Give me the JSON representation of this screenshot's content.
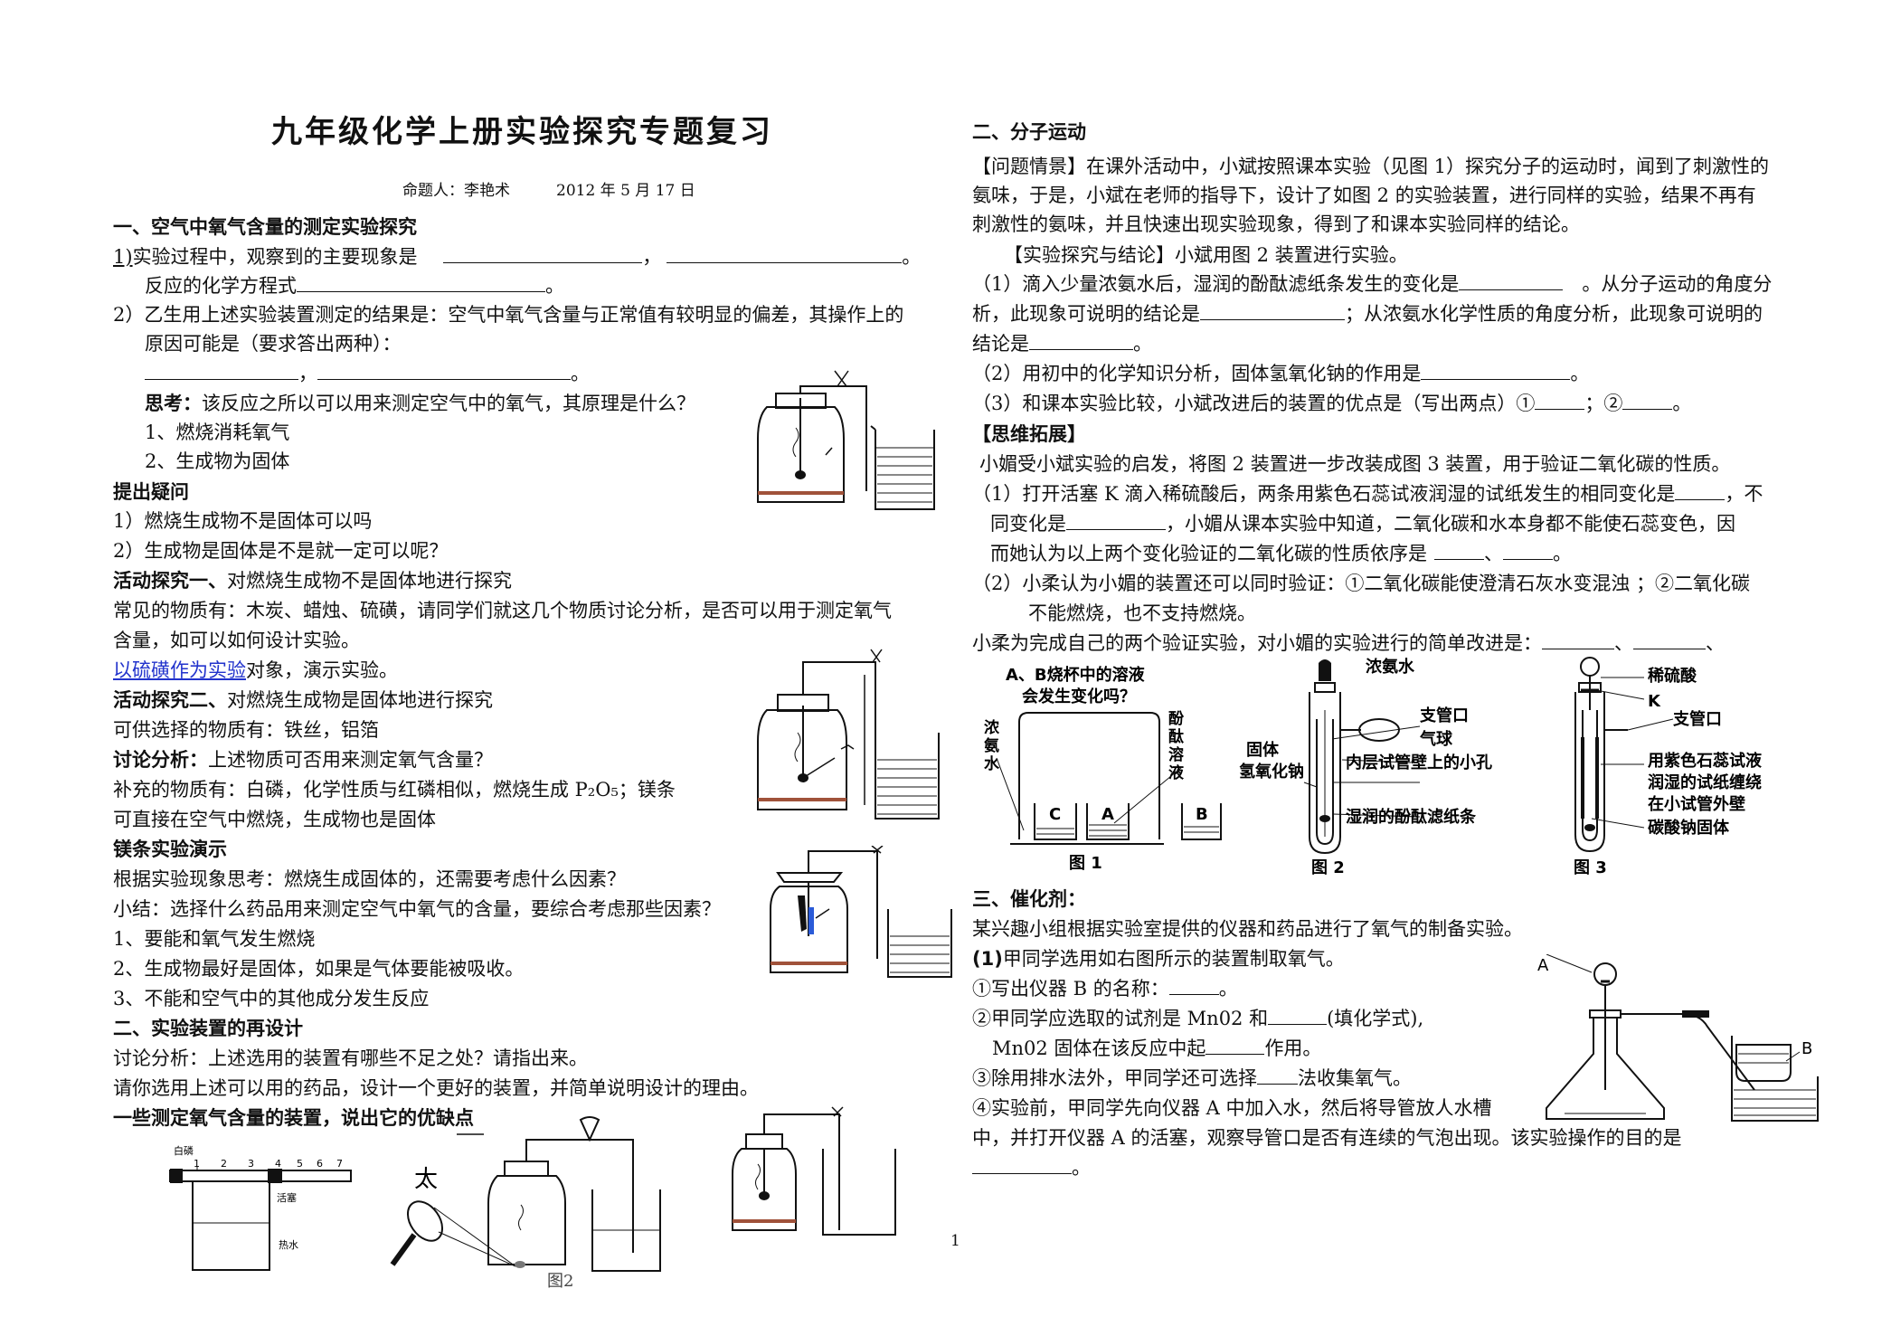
{
  "doc": {
    "title": "九年级化学上册实验探究专题复习",
    "subtitle": "命题人：李艳术　　　2012 年 5 月 17 日",
    "page_number": "1"
  },
  "left": {
    "s1_heading": "一、空气中氧气含量的测定实验探究",
    "q1a_num": "1)",
    "q1a": "实验过程中，观察到的主要现象是",
    "q1b": "反应的化学方程式",
    "q2a": "2）乙生用上述实验装置测定的结果是：空气中氧气含量与正常值有较明显的偏差，其操作上的",
    "q2b": "原因可能是（要求答出两种）：",
    "think_label": "思考：",
    "think": "该反应之所以可以用来测定空气中的氧气，其原理是什么？",
    "t1": "1、燃烧消耗氧气",
    "t2": "2、生成物为固体",
    "doubt_heading": "提出疑问",
    "d1": "1）燃烧生成物不是固体可以吗",
    "d2": "2）生成物是固体是不是就一定可以呢？",
    "a1_label": "活动探究一、",
    "a1": "对燃烧生成物不是固体地进行探究",
    "a1_p1": "常见的物质有：木炭、蜡烛、硫磺，请同学们就这几个物质讨论分析，是否可以用于测定氧气",
    "a1_p2": "含量，如可以如何设计实验。",
    "a1_link": "以硫磺作为实验",
    "a1_p3": "对象，演示实验。",
    "a2_label": "活动探究二、",
    "a2": "对燃烧生成物是固体地进行探究",
    "a2_p1": "可供选择的物质有：铁丝，铝箔",
    "disc_label": "讨论分析：",
    "disc": "上述物质可否用来测定氧气含量？",
    "supp": "补充的物质有：白磷，化学性质与红磷相似，燃烧生成 P₂O₅；镁条",
    "supp2": "可直接在空气中燃烧，生成物也是固体",
    "mg_heading": "镁条实验演示",
    "mg1": "根据实验现象思考：燃烧生成固体的，还需要考虑什么因素？",
    "mg2": "小结：选择什么药品用来测定空气中氧气的含量，要综合考虑那些因素？",
    "mg3": "1、要能和氧气发生燃烧",
    "mg4": "2、生成物最好是固体，如果是气体要能被吸收。",
    "mg5": "3、不能和空气中的其他成分发生反应",
    "s2_heading": "二、实验装置的再设计",
    "s2_p1": "讨论分析：上述选用的装置有哪些不足之处？请指出来。",
    "s2_p2": "请你选用上述可以用的药品，设计一个更好的装置，并简单说明设计的理由。",
    "s3_heading": "一些测定氧气含量的装置，说出它的优缺点",
    "fig_bp": "白磷",
    "fig_nums": [
      "1",
      "2",
      "3",
      "4",
      "5",
      "6",
      "7"
    ],
    "fig_hs": "活塞",
    "fig_rs": "热水",
    "fig_tai": "太",
    "fig2": "图2"
  },
  "right": {
    "s2_heading": "二、分子运动",
    "bg1": "【问题情景】在课外活动中，小斌按照课本实验（见图 1）探究分子的运动时，闻到了刺激性的",
    "bg2": "氨味，于是，小斌在老师的指导下，设计了如图 2 的实验装置，进行同样的实验，结果不再有",
    "bg3": "刺激性的氨味，并且快速出现实验现象，得到了和课本实验同样的结论。",
    "ex0": "【实验探究与结论】小斌用图 2 装置进行实验。",
    "ex1a": "（1）滴入少量浓氨水后，湿润的酚酞滤纸条发生的变化是",
    "ex1b": "。从分子运动的角度分",
    "ex1c": "析，此现象可说明的结论是",
    "ex1d": "；从浓氨水化学性质的角度分析，此现象可说明的",
    "ex1e": "结论是",
    "ex2a": "（2）用初中的化学知识分析，固体氢氧化钠的作用是",
    "ex3a": "（3）和课本实验比较，小斌改进后的装置的优点是（写出两点）①",
    "ex3b": "；②",
    "ext_heading": "【思维拓展】",
    "ext0": "小媚受小斌实验的启发，将图 2 装置进一步改装成图 3 装置，用于验证二氧化碳的性质。",
    "ext1a": "（1）打开活塞 K 滴入稀硫酸后，两条用紫色石蕊试液润湿的试纸发生的相同变化是",
    "ext1b": "，不",
    "ext1c": "同变化是",
    "ext1d": "，小媚从课本实验中知道，二氧化碳和水本身都不能使石蕊变色，因",
    "ext1e": "而她认为以上两个变化验证的二氧化碳的性质依序是",
    "ext2a": "（2）小柔认为小媚的装置还可以同时验证：①二氧化碳能使澄清石灰水变混浊 ；②二氧化碳",
    "ext2b": "不能燃烧，也不支持燃烧。",
    "ext3": "小柔为完成自己的两个验证实验，对小媚的实验进行的简单改进是：",
    "fig1_q1": "A、B烧杯中的溶液",
    "fig1_q2": "会发生变化吗？",
    "fig1_left": [
      "浓",
      "氨",
      "水"
    ],
    "fig1_right": [
      "酚",
      "酞",
      "溶",
      "液"
    ],
    "fig1_beakers": [
      "C",
      "A",
      "B"
    ],
    "fig1_cap": "图 1",
    "fig2_labels": [
      "浓氨水",
      "支管口",
      "气球",
      "内层试管壁上的小孔",
      "湿润的酚酞滤纸条"
    ],
    "fig2_left": [
      "固体",
      "氢氧化钠"
    ],
    "fig2_cap": "图 2",
    "fig3_labels": [
      "稀硫酸",
      "K",
      "支管口",
      "用紫色石蕊试液",
      "润湿的试纸缠绕",
      "在小试管外壁",
      "碳酸钠固体"
    ],
    "fig3_cap": "图 3",
    "s3_heading": "三、催化剂：",
    "c0": "某兴趣小组根据实验室提供的仪器和药品进行了氧气的制备实验。",
    "c1_num": "(1)",
    "c1": "甲同学选用如右图所示的装置制取氧气。",
    "c1_1a": "①写出仪器 B 的名称：",
    "c1_2a": "②甲同学应选取的试剂是 Mn02 和",
    "c1_2b": "(填化学式),",
    "c1_3a": "Mn02 固体在该反应中起",
    "c1_3b": "作用。",
    "c1_4a": "③除用排水法外，甲同学还可选择",
    "c1_4b": "法收集氧气。",
    "c1_5": "④实验前，甲同学先向仪器 A 中加入水，然后将导管放人水槽",
    "c1_6": "中，并打开仪器 A 的活塞，观察导管口是否有连续的气泡出现。该实验操作的目的是",
    "figA": "A",
    "figB": "B"
  }
}
